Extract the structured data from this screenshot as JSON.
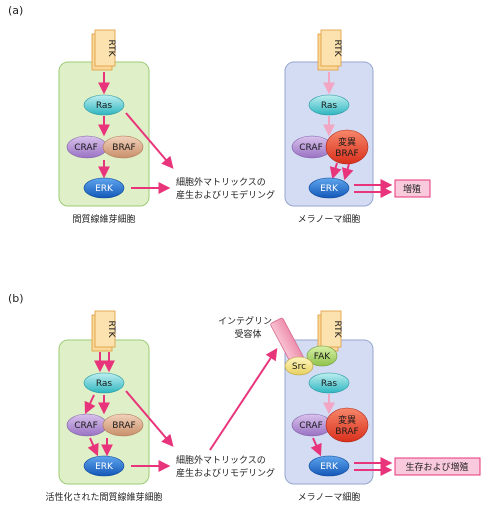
{
  "panel_a": {
    "label": "(a)",
    "left_cell": {
      "caption": "間質線維芽細胞",
      "receptor": "RTK",
      "ras": "Ras",
      "craf": "CRAF",
      "braf": "BRAF",
      "erk": "ERK"
    },
    "matrix_text": [
      "細胞外マトリックスの",
      "産生およびリモデリング"
    ],
    "right_cell": {
      "caption": "メラノーマ細胞",
      "receptor": "RTK",
      "ras": "Ras",
      "craf": "CRAF",
      "mutant_braf": [
        "変異",
        "BRAF"
      ],
      "erk": "ERK"
    },
    "outcome": "増殖"
  },
  "panel_b": {
    "label": "(b)",
    "left_cell": {
      "caption": "活性化された間質線維芽細胞",
      "receptor": "RTK",
      "ras": "Ras",
      "craf": "CRAF",
      "braf": "BRAF",
      "erk": "ERK"
    },
    "matrix_text": [
      "細胞外マトリックスの",
      "産生およびリモデリング"
    ],
    "integrin_label": [
      "インテグリン",
      "受容体"
    ],
    "right_cell": {
      "caption": "メラノーマ細胞",
      "receptor": "RTK",
      "fak": "FAK",
      "src": "Src",
      "ras": "Ras",
      "craf": "CRAF",
      "mutant_braf": [
        "変異",
        "BRAF"
      ],
      "erk": "ERK"
    },
    "outcome": "生存および増殖"
  },
  "colors": {
    "fibroblast_fill": "#dff0c8",
    "melanoma_fill": "#d3dcf2",
    "arrow": "#e8347a",
    "arrow_faint": "#f3a6c4",
    "outcome_fill": "#f9c9dc"
  }
}
